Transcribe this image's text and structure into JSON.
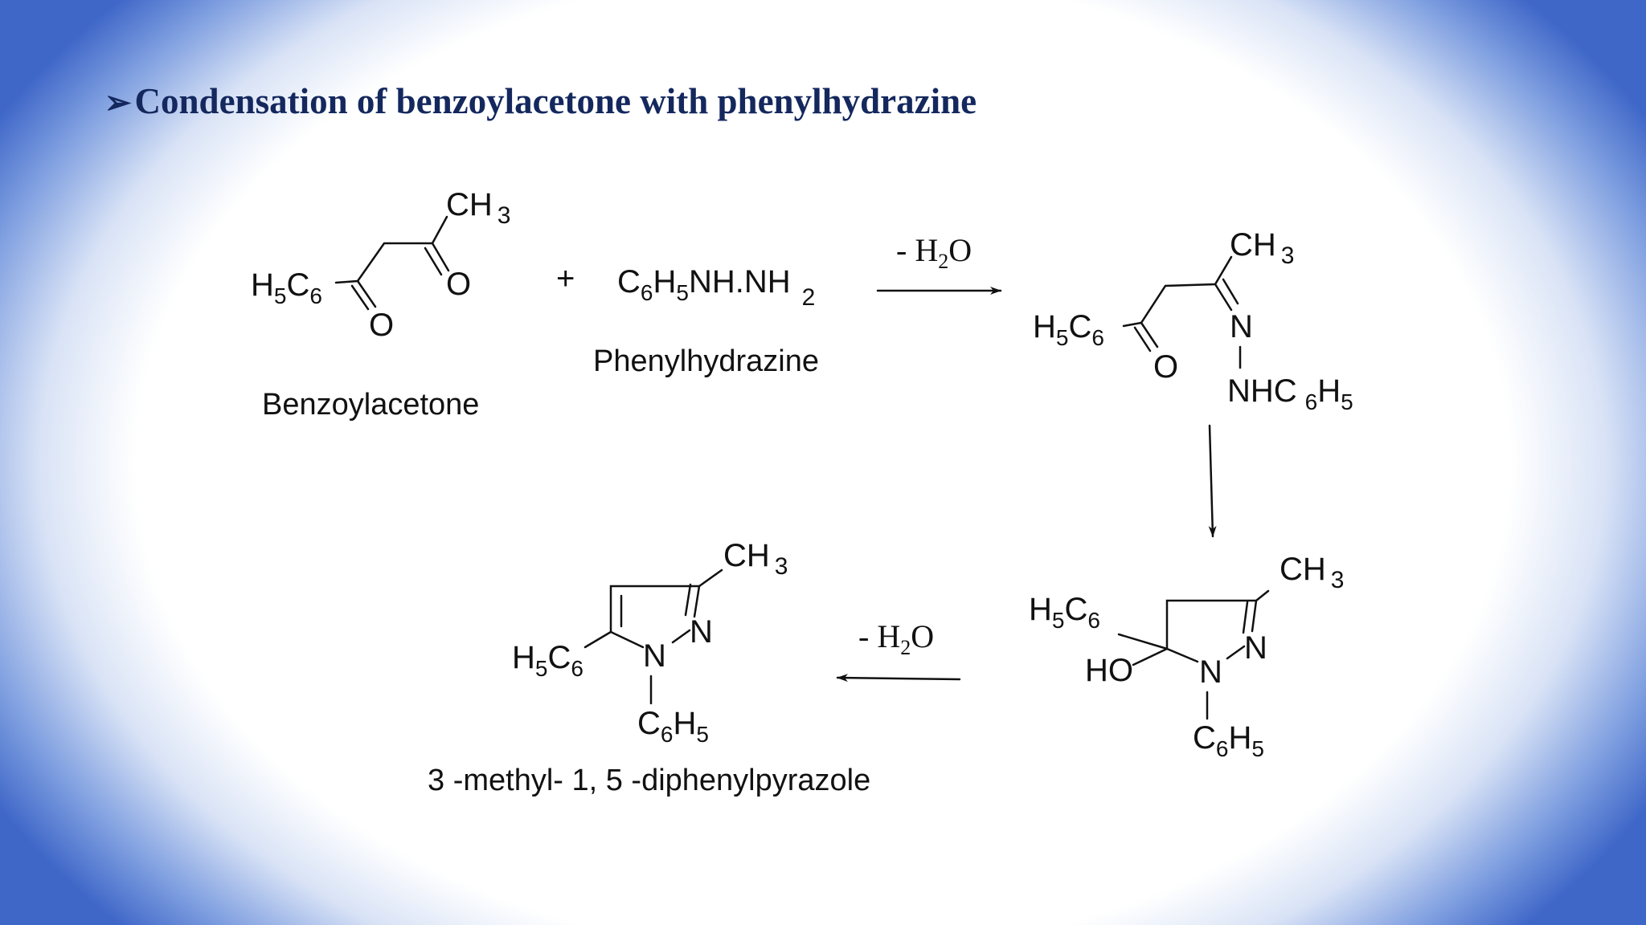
{
  "title": {
    "bullet": "➢",
    "text": "Condensation of benzoylacetone with phenylhydrazine"
  },
  "reactant1": {
    "ch": "CH",
    "ch_sub": "3",
    "h": "H",
    "h_sub": "5",
    "c": "C",
    "c_sub": "6",
    "o_left": "O",
    "o_right": "O",
    "name": "Benzoylacetone"
  },
  "plus": "+",
  "reactant2": {
    "c": "C",
    "c_sub": "6",
    "h": "H",
    "h_sub": "5",
    "nhnh": "NH.NH",
    "nh_sub": "2",
    "name": "Phenylhydrazine"
  },
  "condition1": {
    "dash": "- H",
    "sub": "2",
    "o": "O"
  },
  "intermediate1": {
    "ch": "CH",
    "ch_sub": "3",
    "h": "H",
    "h_sub": "5",
    "c": "C",
    "c_sub": "6",
    "o": "O",
    "n": "N",
    "nhc": "NHC",
    "nhc_sub": "6",
    "h2": "H",
    "h2_sub": "5"
  },
  "intermediate2": {
    "ch": "CH",
    "ch_sub": "3",
    "h": "H",
    "h_sub": "5",
    "c": "C",
    "c_sub": "6",
    "ho": "HO",
    "n_ring": "N",
    "n_double": "N",
    "c_b": "C",
    "c_b_sub": "6",
    "h_b": "H",
    "h_b_sub": "5"
  },
  "condition2": {
    "dash": "- H",
    "sub": "2",
    "o": "O"
  },
  "product": {
    "ch": "CH",
    "ch_sub": "3",
    "h": "H",
    "h_sub": "5",
    "c": "C",
    "c_sub": "6",
    "n_ring": "N",
    "n_double": "N",
    "c_b": "C",
    "c_b_sub": "6",
    "h_b": "H",
    "h_b_sub": "5",
    "name": "3 -methyl- 1, 5 -diphenylpyrazole"
  }
}
